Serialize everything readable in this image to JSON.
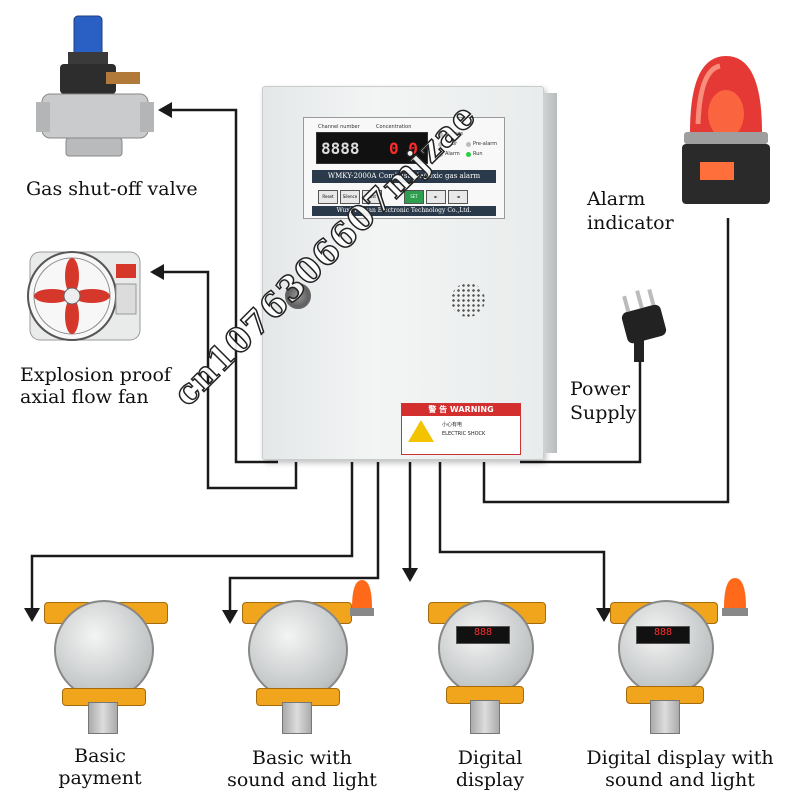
{
  "labels": {
    "valve": "Gas shut-off valve",
    "fan_line1": "Explosion proof",
    "fan_line2": "axial flow fan",
    "alarm_line1": "Alarm",
    "alarm_line2": "indicator",
    "power_line1": "Power",
    "power_line2": "Supply"
  },
  "detectors": [
    {
      "line1": "Basic",
      "line2": "payment"
    },
    {
      "line1": "Basic with",
      "line2": "sound and light"
    },
    {
      "line1": "Digital",
      "line2": "display"
    },
    {
      "line1": "Digital display with",
      "line2": "sound and light"
    }
  ],
  "controller": {
    "channel_label": "Channel number",
    "conc_label": "Concentration",
    "display_digits": "0 0",
    "indicators": [
      "Silence",
      "Error",
      "Pre-alarm",
      "Alarm",
      "Run"
    ],
    "model": "WMKY-2000A Combustible/toxic gas alarm controller",
    "buttons": [
      "Reset",
      "Silence",
      "Test",
      "SET"
    ],
    "company": "Wuxi Yongan Electronic Technology Co.,Ltd.",
    "warning_head": "警 告 WARNING",
    "warning_lines": [
      "小心有电",
      "ELECTRIC SHOCK"
    ]
  },
  "watermark": "cn1076306607mjzae",
  "colors": {
    "wire": "#1a1a1a",
    "detector_housing": "#f0a51c",
    "alarm_red": "#e53935",
    "cabinet": "#eef0f0"
  },
  "icons": [
    "gas-valve-icon",
    "axial-fan-icon",
    "alarm-beacon-icon",
    "power-plug-icon",
    "gas-detector-icon"
  ]
}
